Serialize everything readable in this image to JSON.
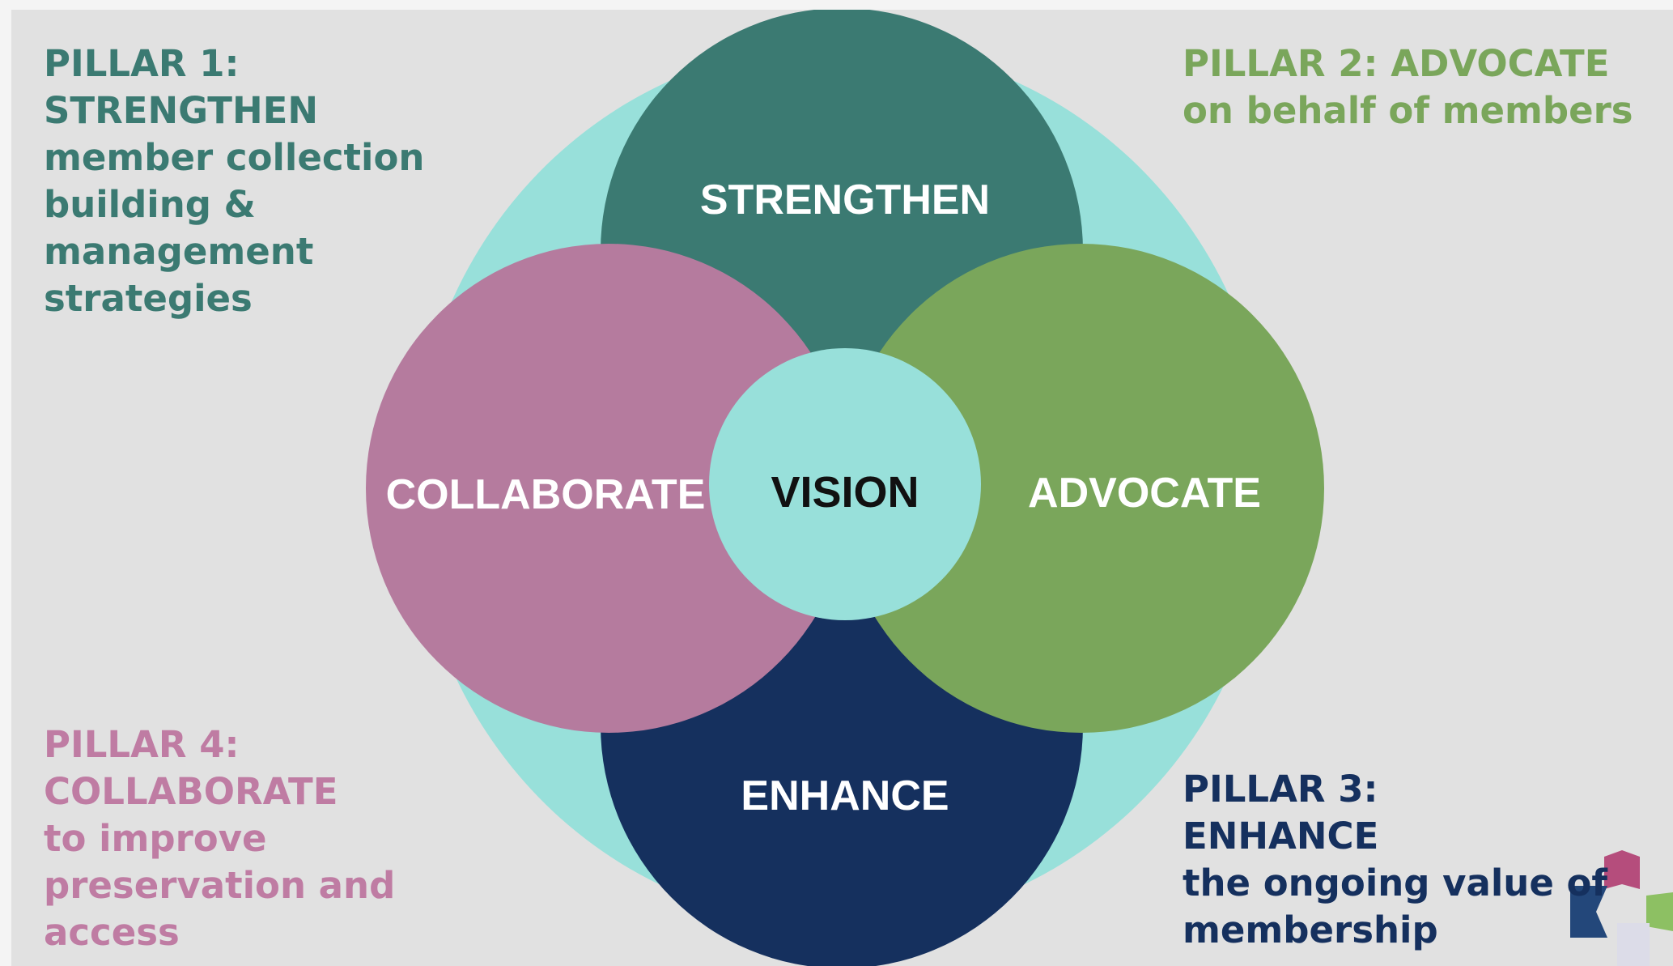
{
  "colors": {
    "background": "#e1e1e1",
    "outer_ring": "#98e0da",
    "strengthen": "#3b7a72",
    "advocate": "#7aa65b",
    "enhance": "#15305e",
    "collaborate": "#b57b9e",
    "vision": "#98e0da",
    "pillar1_text": "#3b7a72",
    "pillar2_text": "#7aa65b",
    "pillar3_text": "#15305e",
    "pillar4_text": "#bf7ca3"
  },
  "diagram": {
    "center_label": "VISION",
    "top_label": "STRENGTHEN",
    "right_label": "ADVOCATE",
    "bottom_label": "ENHANCE",
    "left_label": "COLLABORATE"
  },
  "pillars": {
    "pillar1": {
      "lines": [
        "PILLAR 1:",
        "STRENGTHEN",
        "member collection",
        "building &",
        "management",
        "strategies"
      ]
    },
    "pillar2": {
      "lines": [
        "PILLAR 2: ADVOCATE",
        "on behalf of members"
      ]
    },
    "pillar3": {
      "lines": [
        "PILLAR 3:",
        "ENHANCE",
        "the ongoing value of",
        "membership"
      ]
    },
    "pillar4": {
      "lines": [
        "PILLAR 4:",
        "COLLABORATE",
        "to improve",
        "preservation and",
        "access"
      ]
    }
  },
  "logo": {
    "icon": "network-logo-icon"
  }
}
